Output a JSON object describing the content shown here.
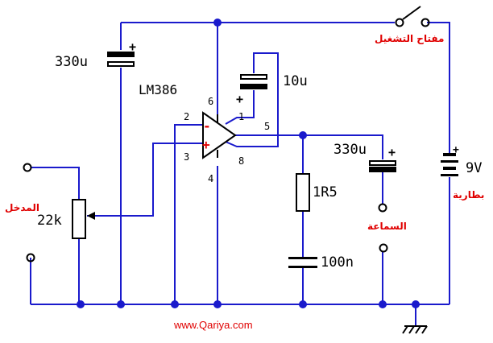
{
  "labels": {
    "c_supply": "330u",
    "ic": "LM386",
    "c_gain": "10u",
    "pot": "22k",
    "resistor": "1R5",
    "c_out": "330u",
    "c_zobel": "100n",
    "battery": "9V",
    "pin_1": "1",
    "pin_2": "2",
    "pin_3": "3",
    "pin_4": "4",
    "pin_5": "5",
    "pin_6": "6",
    "pin_8": "8",
    "inv": "-",
    "noninv": "+",
    "cap_plus": "+",
    "input_ar": "المدخل",
    "speaker_ar": "السماعة",
    "switch_ar": "مفتاح التشغيل",
    "battery_ar": "بطارية",
    "website": "www.Qariya.com"
  },
  "colors": {
    "wire": "#1a1acc",
    "component": "#000000",
    "label_ar": "#e00000",
    "pin_sign": "#e00000"
  }
}
